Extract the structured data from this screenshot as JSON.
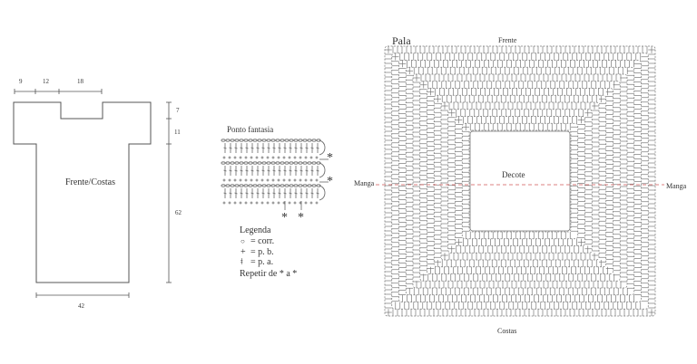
{
  "schematic": {
    "widths": [
      "9",
      "12",
      "18"
    ],
    "heights": [
      "7",
      "11",
      "62"
    ],
    "bottom_width": "42",
    "body_label": "Frente/Costas"
  },
  "stitch_chart": {
    "title": "Ponto fantasia",
    "asterisk": "*"
  },
  "legend": {
    "title": "Legenda",
    "chain_symbol": "○",
    "chain_text": "= corr.",
    "sc_symbol": "+",
    "sc_text": "= p. b.",
    "dc_symbol": "ǂ",
    "dc_text": "= p. a.",
    "repeat_text": "Repetir de * a *"
  },
  "yoke": {
    "title": "Pala",
    "top_label": "Frente",
    "bottom_label": "Costas",
    "left_label": "Manga",
    "right_label": "Manga",
    "center_label": "Decote"
  }
}
